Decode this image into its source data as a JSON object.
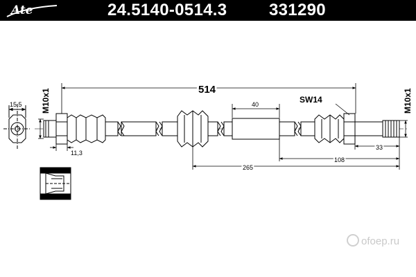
{
  "header": {
    "brand": "Ate",
    "part_number": "24.5140-0514.3",
    "reference": "331290"
  },
  "dimensions": {
    "overall_length": "514",
    "wrench_size": "SW14",
    "thread_left": "M10x1",
    "thread_right": "M10x1",
    "end_diameter": "15,5",
    "fitting_length": "11,3",
    "sleeve_length": "40",
    "to_sleeve": "265",
    "to_fitting": "108",
    "thread_end": "33"
  },
  "watermark": "ofoep.ru"
}
